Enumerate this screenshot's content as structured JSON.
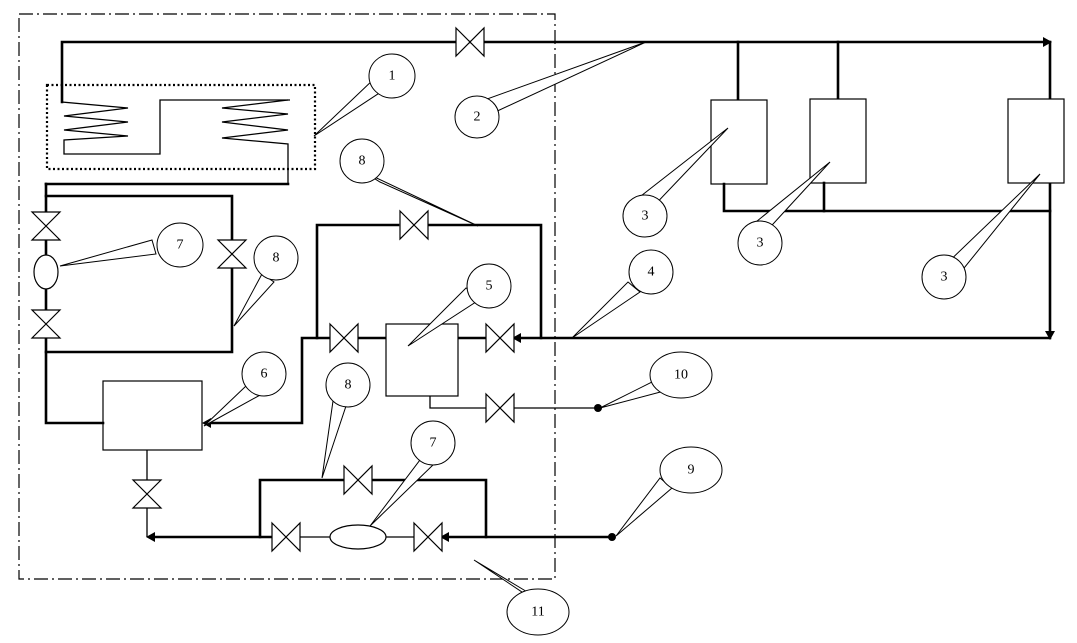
{
  "diagram": {
    "callouts": [
      {
        "id": "c1",
        "label": "1"
      },
      {
        "id": "c2",
        "label": "2"
      },
      {
        "id": "c3a",
        "label": "3"
      },
      {
        "id": "c3b",
        "label": "3"
      },
      {
        "id": "c3c",
        "label": "3"
      },
      {
        "id": "c4",
        "label": "4"
      },
      {
        "id": "c5",
        "label": "5"
      },
      {
        "id": "c6",
        "label": "6"
      },
      {
        "id": "c7a",
        "label": "7"
      },
      {
        "id": "c7b",
        "label": "7"
      },
      {
        "id": "c8a",
        "label": "8"
      },
      {
        "id": "c8b",
        "label": "8"
      },
      {
        "id": "c8c",
        "label": "8"
      },
      {
        "id": "c9",
        "label": "9"
      },
      {
        "id": "c10",
        "label": "10"
      },
      {
        "id": "c11",
        "label": "11"
      }
    ]
  }
}
